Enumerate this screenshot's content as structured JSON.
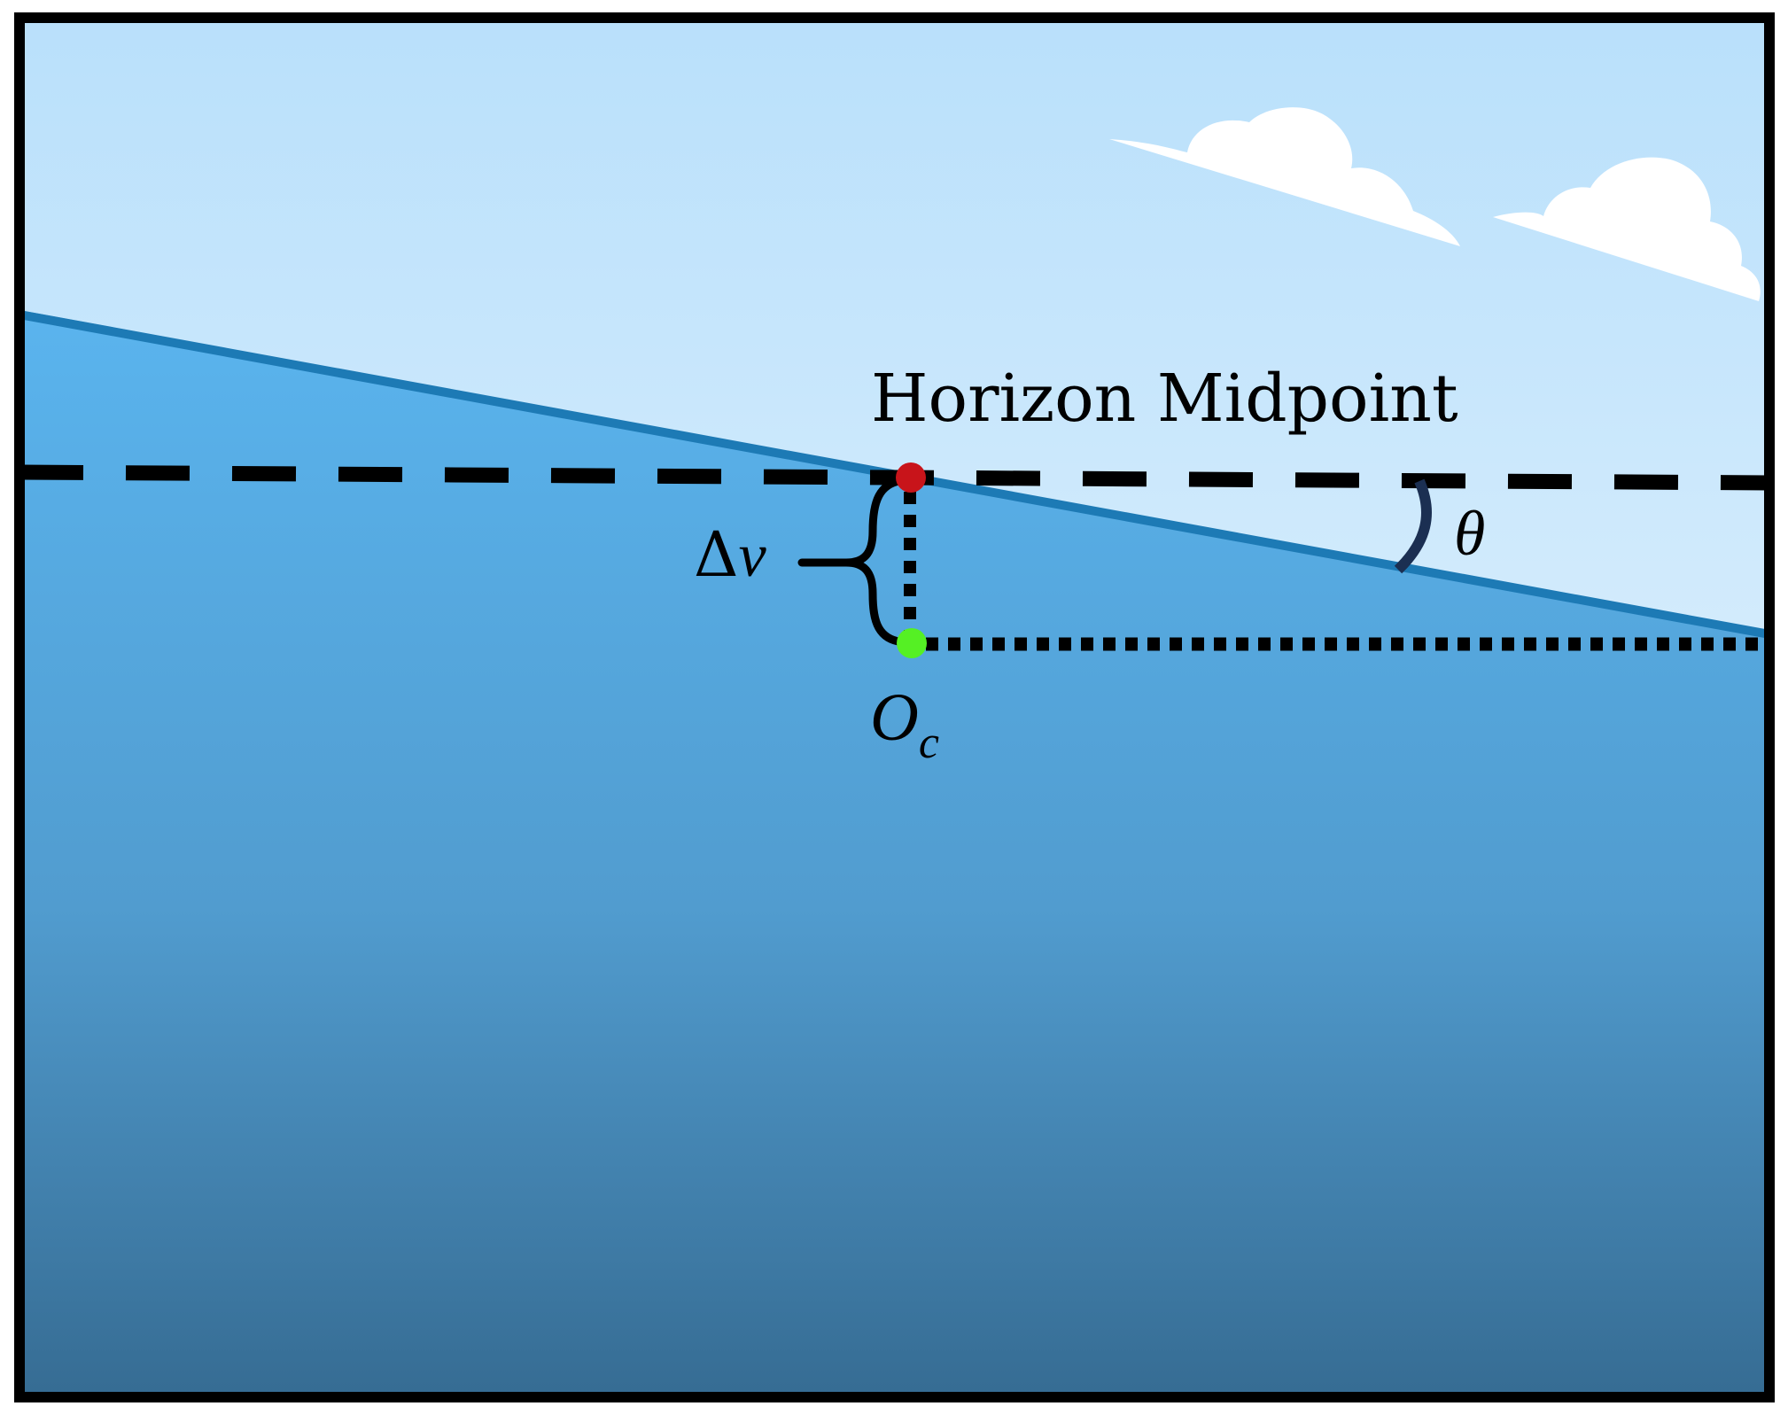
{
  "labels": {
    "horizon_midpoint": "Horizon Midpoint",
    "delta_v_symbol": "Δ",
    "delta_v_var": "v",
    "theta": "θ",
    "oc_main": "O",
    "oc_sub": "c"
  },
  "colors": {
    "sky_top": "#b9e0fb",
    "sky_bottom": "#f2f9fe",
    "sea_top": "#5ab4ee",
    "sea_bottom": "#366c93",
    "horizon_line": "#1d7ab5",
    "frame": "#000000",
    "midpoint_dot": "#c8141a",
    "center_dot": "#55f024",
    "angle_arc": "#1b2f52",
    "cloud": "#ffffff"
  },
  "icons": {
    "midpoint": "red-dot",
    "optical_center": "green-dot",
    "angle": "arc",
    "offset": "curly-brace"
  }
}
